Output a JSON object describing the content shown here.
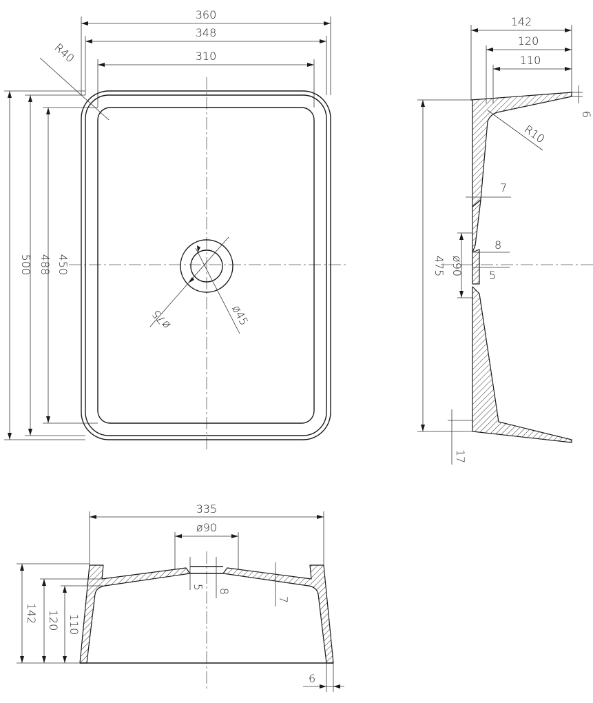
{
  "plan": {
    "width_outer": "360",
    "width_mid": "348",
    "width_inner": "310",
    "corner_radius": "R40",
    "length_outer": "500",
    "length_mid": "488",
    "length_inner": "450",
    "drain_outer": "ø75",
    "drain_inner": "ø45"
  },
  "side": {
    "depth_total": "142",
    "depth_mid": "120",
    "depth_inner": "110",
    "rim": "6",
    "fillet": "R10",
    "wall": "7",
    "drain_step": "8",
    "drain_dia": "ø90",
    "drain_lip": "5",
    "length": "475",
    "base": "17"
  },
  "front": {
    "width": "335",
    "drain_dia": "ø90",
    "drain_lip": "5",
    "drain_step": "8",
    "wall": "7",
    "height_total": "142",
    "height_mid": "120",
    "height_inner": "110",
    "bottom": "6"
  }
}
